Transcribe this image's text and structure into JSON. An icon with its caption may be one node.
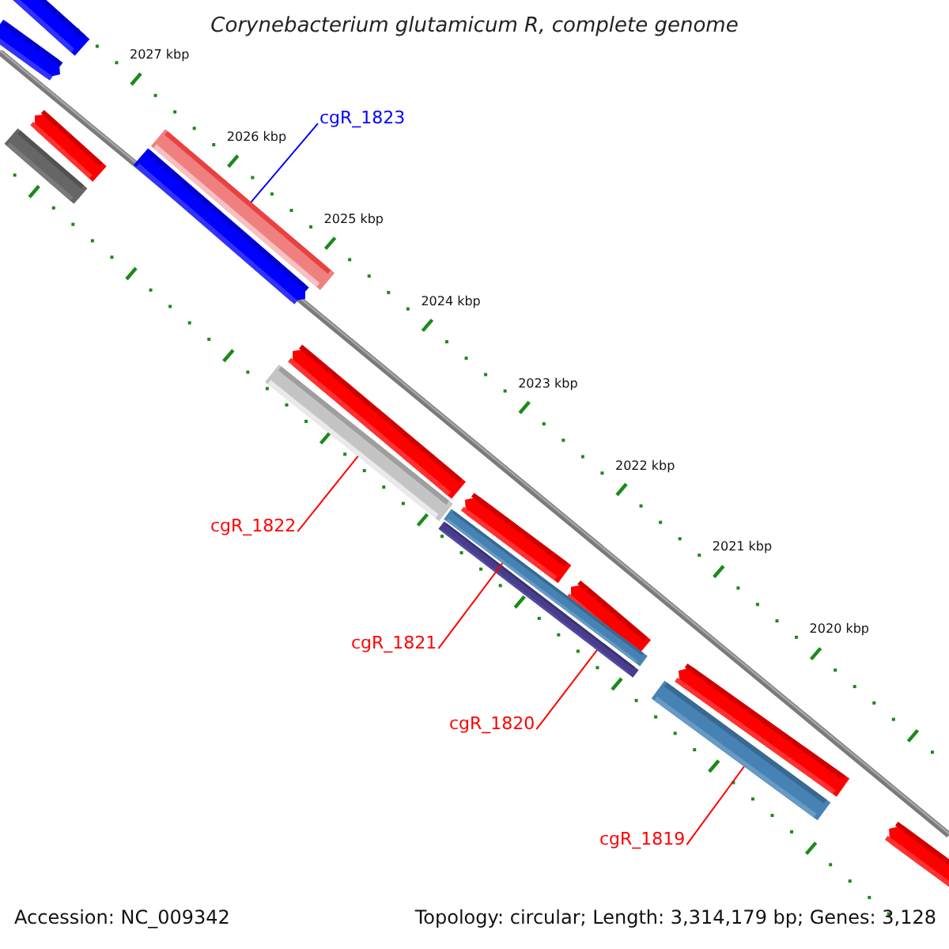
{
  "diagram": {
    "title": "Corynebacterium glutamicum R, complete genome",
    "nodes": [
      {
        "text": [
          "cgR_1823"
        ]
      },
      {
        "text": [],
        "shape": "bar"
      },
      {
        "text": [
          "cgR_1822"
        ]
      },
      {
        "text": [],
        "shape": "bar"
      },
      {
        "text": [
          "cgR_1821"
        ]
      },
      {
        "text": [],
        "shape": "bar"
      },
      {
        "text": [
          "cgR_1820"
        ]
      },
      {
        "text": [],
        "shape": "bar"
      },
      {
        "text": [
          "cgR_1819"
        ]
      },
      {
        "text": [],
        "shape": "bar"
      }
    ],
    "edges": [
      {
        "from": 0,
        "to": 1,
        "arrow": "none",
        "color": "#0000ff"
      },
      {
        "from": 2,
        "to": 3,
        "arrow": "none"
      },
      {
        "from": 4,
        "to": 5,
        "arrow": "none"
      },
      {
        "from": 6,
        "to": 7,
        "arrow": "none"
      },
      {
        "from": 8,
        "to": 9,
        "arrow": "none"
      }
    ],
    "labels": [
      "2027 kbp",
      "2026 kbp",
      "2025 kbp",
      "2024 kbp",
      "2023 kbp",
      "2022 kbp",
      "2021 kbp",
      "2020 kbp",
      "Accession: NC_009342",
      "Topology: circular; Length: 3,314,179 bp; Genes: 3,128"
    ]
  }
}
